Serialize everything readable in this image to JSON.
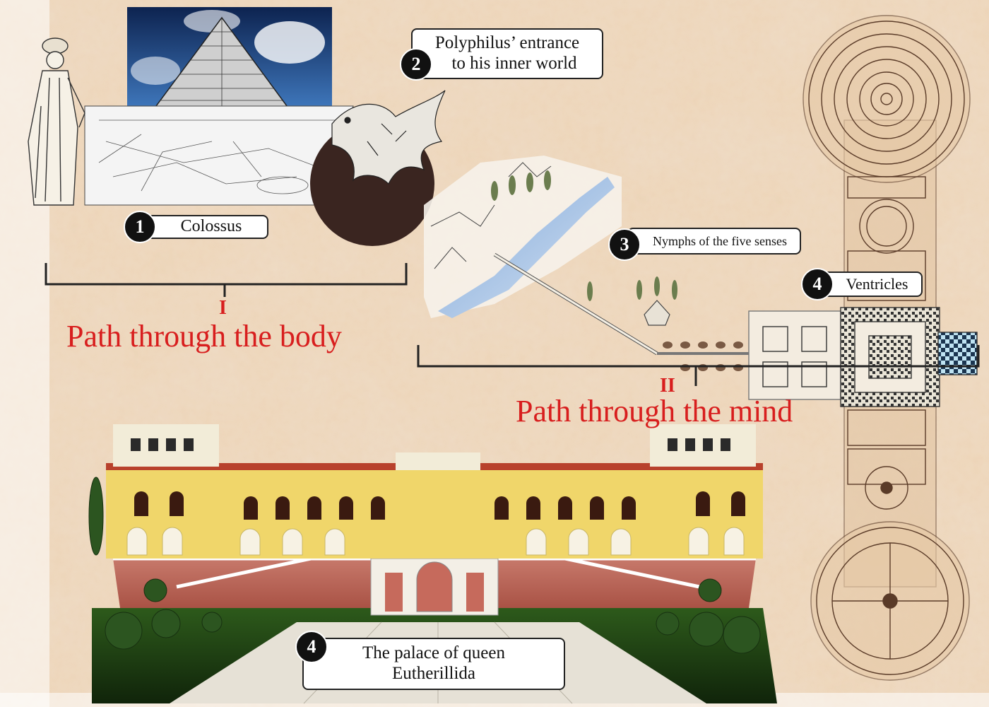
{
  "labels": {
    "colossus": {
      "number": "1",
      "text": "Colossus"
    },
    "entrance": {
      "number": "2",
      "line1": "Polyphilus’ entrance",
      "line2": "to his inner world"
    },
    "nymphs": {
      "number": "3",
      "text": "Nymphs of the five senses"
    },
    "ventricles": {
      "number": "4",
      "text": "Ventricles"
    },
    "palace": {
      "number": "4",
      "line1": "The palace of queen",
      "line2": "Eutherillida"
    }
  },
  "paths": {
    "body": {
      "roman": "I",
      "title": "Path through the body"
    },
    "mind": {
      "roman": "II",
      "title": "Path through the mind"
    }
  },
  "colors": {
    "parchment": "#ecd3b5",
    "accent_red": "#d81e1e",
    "badge": "#111111",
    "sky": "#1c3f78",
    "palace_yellow": "#f0d66a",
    "roof_red": "#b8412c",
    "garden_green": "#2f5a1f"
  }
}
